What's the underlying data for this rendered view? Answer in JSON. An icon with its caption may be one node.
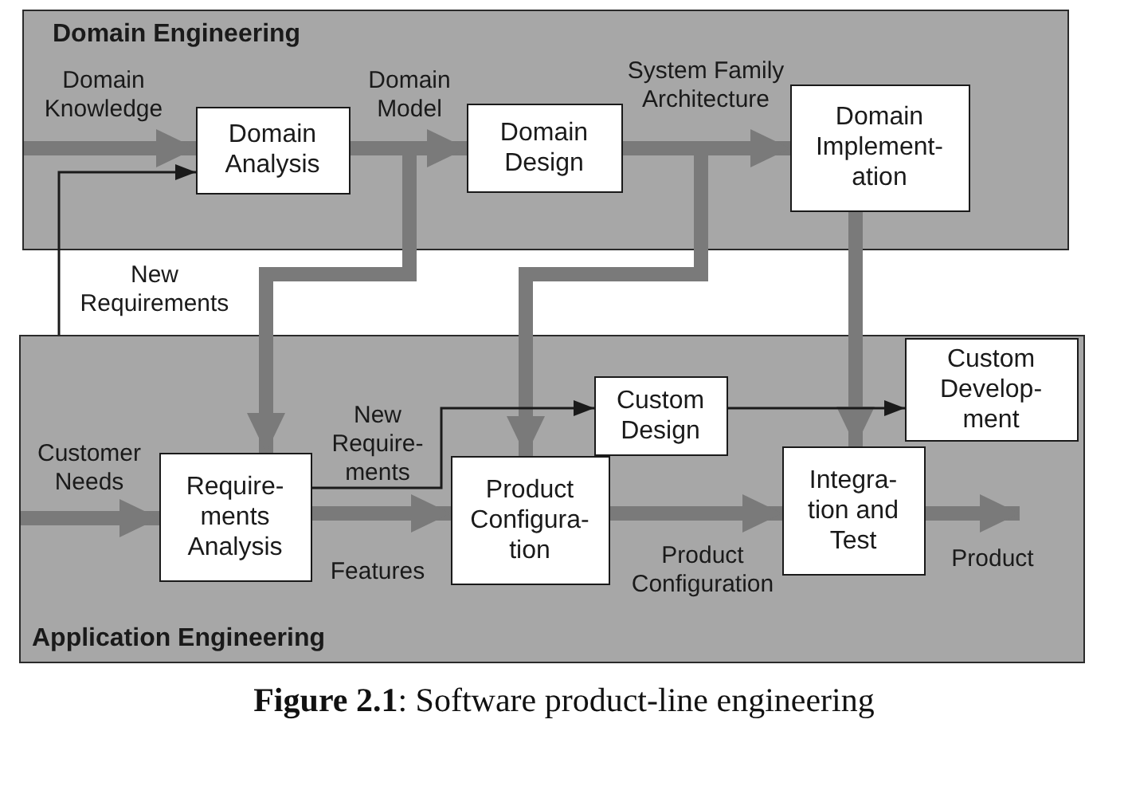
{
  "diagram": {
    "caption": "**Figure 2.1**: Software product-line engineering",
    "nodes": [
      {
        "text": [
          "Domain Engineering"
        ]
      },
      {
        "text": [
          "Domain Analysis"
        ],
        "in": 0
      },
      {
        "text": [
          "Domain Design"
        ],
        "in": 0
      },
      {
        "text": [
          "Domain Implement- ation"
        ],
        "in": 0
      },
      {
        "text": [
          "Application Engineering"
        ]
      },
      {
        "text": [
          "Require- ments Analysis"
        ],
        "in": 4
      },
      {
        "text": [
          "Product Configura- tion"
        ],
        "in": 4
      },
      {
        "text": [
          "Custom Design"
        ],
        "in": 4
      },
      {
        "text": [
          "Integra- tion and Test"
        ],
        "in": 4
      },
      {
        "text": [
          "Custom Develop- ment"
        ],
        "in": 4
      }
    ],
    "edges": [
      {
        "from": null,
        "to": 1,
        "arrow": "to",
        "label": "Domain Knowledge"
      },
      {
        "from": 1,
        "to": 2,
        "arrow": "to",
        "label": "Domain Model"
      },
      {
        "from": 1,
        "to": 5,
        "arrow": "to"
      },
      {
        "from": 2,
        "to": 3,
        "arrow": "to",
        "label": "System Family Architecture"
      },
      {
        "from": 2,
        "to": 6,
        "arrow": "to"
      },
      {
        "from": 3,
        "to": 8,
        "arrow": "to"
      },
      {
        "from": 4,
        "to": 1,
        "arrow": "to",
        "label": "New Requirements",
        "color": "#1a1a1a"
      },
      {
        "from": null,
        "to": 5,
        "arrow": "to",
        "label": "Customer Needs"
      },
      {
        "from": 5,
        "to": 7,
        "arrow": "to",
        "label": "New Require- ments",
        "color": "#1a1a1a"
      },
      {
        "from": 5,
        "to": 6,
        "arrow": "to",
        "label": "Features"
      },
      {
        "from": 7,
        "to": 9,
        "arrow": "to",
        "color": "#1a1a1a"
      },
      {
        "from": 6,
        "to": 8,
        "arrow": "to",
        "label": "Product Configuration"
      },
      {
        "from": 8,
        "to": null,
        "arrow": "to",
        "label": "Product"
      }
    ]
  }
}
